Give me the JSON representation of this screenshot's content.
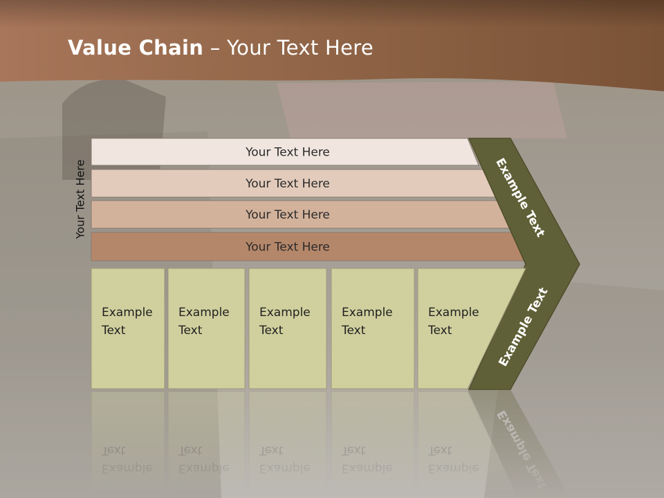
{
  "title": {
    "bold": "Value Chain",
    "rest": " – Your Text Here"
  },
  "side_label": "Your Text Here",
  "bars": [
    {
      "label": "Your Text Here",
      "color": "#f0e6df"
    },
    {
      "label": "Your Text Here",
      "color": "#e3cbbb"
    },
    {
      "label": "Your Text Here",
      "color": "#d3b29b"
    },
    {
      "label": "Your Text Here",
      "color": "#b5876a"
    }
  ],
  "boxes": [
    {
      "line1": "Example",
      "line2": "Text"
    },
    {
      "line1": "Example",
      "line2": "Text"
    },
    {
      "line1": "Example",
      "line2": "Text"
    },
    {
      "line1": "Example",
      "line2": "Text"
    },
    {
      "line1": "Example",
      "line2": "Text"
    }
  ],
  "chevron": {
    "top_label": "Example Text",
    "bottom_label": "Example Text"
  },
  "colors": {
    "header": "#8f6040",
    "box_fill": "#d0d09f",
    "chevron_fill": "#606038",
    "bar_border": "#8a7a70"
  }
}
